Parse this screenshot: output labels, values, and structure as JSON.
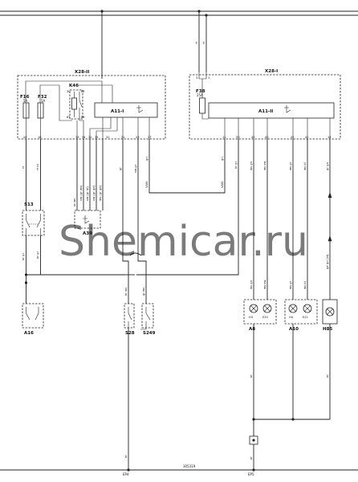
{
  "watermark": "Shemicar.ru",
  "diagram_id": "305319",
  "grounds": {
    "left": "EP4",
    "right": "EP5"
  },
  "connectors": {
    "left_box": "X28-II",
    "right_box": "X28-I"
  },
  "modules": {
    "left": "A11-I",
    "right": "A11-II"
  },
  "fuses": {
    "f16": {
      "name": "F16",
      "rating": "5A"
    },
    "f32": {
      "name": "F32",
      "rating": "5A"
    },
    "f38": {
      "name": "F38",
      "rating": "25A"
    }
  },
  "relay": {
    "name": "K46"
  },
  "components": {
    "s13": "S13",
    "a39": "A39",
    "a16": "A16",
    "s28": "S28",
    "s249": "S249",
    "a8": "A8",
    "a10": "A10",
    "h85": "H85"
  },
  "lamps": {
    "a8": [
      "H3",
      "E20"
    ],
    "a10": [
      "H4",
      "E21"
    ]
  },
  "top_wires": [
    "rt",
    "rt"
  ],
  "left_wires": {
    "f16": "rt",
    "f32": "rt bl",
    "a39": [
      "br ws",
      "sw (gr ws)",
      "sw (gr bl)",
      "sw (gr ge)",
      "ws (gr ge)"
    ],
    "s28": "gr",
    "s249": "sw gr",
    "van": "VAN",
    "van_wire": "gn",
    "s13_out": [
      "br gr",
      "br gr"
    ],
    "s28_out": "br ws",
    "s249_out": "gr ws",
    "ep4_out": "br"
  },
  "right_wires": {
    "van": "VAN",
    "van_wire": "gn",
    "a": "br gr",
    "b": "ws gn",
    "c": "ws sw",
    "d": "ws gr",
    "e": "ws bl",
    "f": "gr gn",
    "h85_in": "ge gn (bl)",
    "ep5_out": "br",
    "lamp_out": [
      "br",
      "br"
    ]
  }
}
